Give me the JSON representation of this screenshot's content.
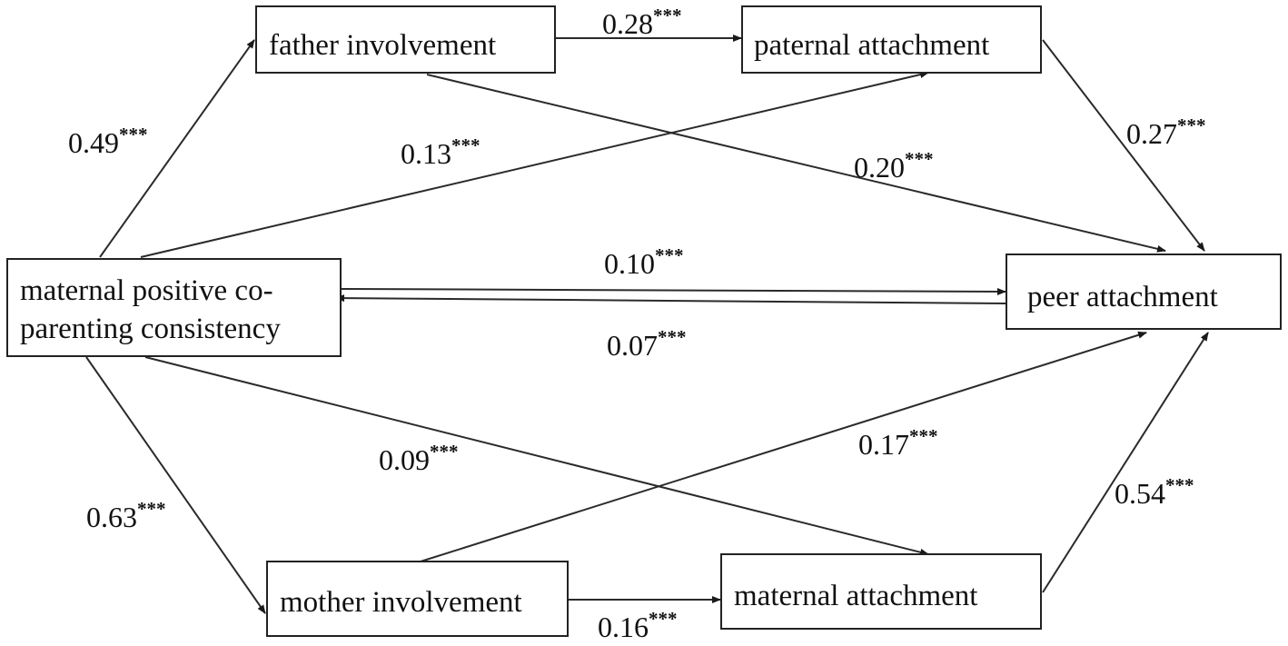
{
  "nodes": {
    "father_involvement": "father involvement",
    "paternal_attachment": "paternal attachment",
    "maternal_cop_line1": "maternal positive co-",
    "maternal_cop_line2": "parenting consistency",
    "peer_attachment": "peer attachment",
    "mother_involvement": "mother involvement",
    "maternal_attachment": "maternal attachment"
  },
  "edges": {
    "mpc_to_fi": {
      "value": "0.49",
      "sig": "***"
    },
    "mpc_to_pa": {
      "value": "0.13",
      "sig": "***"
    },
    "fi_to_pa": {
      "value": "0.28",
      "sig": "***"
    },
    "fi_to_peer": {
      "value": "0.20",
      "sig": "***"
    },
    "pa_to_peer": {
      "value": "0.27",
      "sig": "***"
    },
    "mpc_to_peer": {
      "value": "0.10",
      "sig": "***"
    },
    "peer_to_mpc": {
      "value": "0.07",
      "sig": "***"
    },
    "mi_to_peer": {
      "value": "0.17",
      "sig": "***"
    },
    "mpc_to_ma": {
      "value": "0.09",
      "sig": "***"
    },
    "mpc_to_mi": {
      "value": "0.63",
      "sig": "***"
    },
    "ma_to_peer": {
      "value": "0.54",
      "sig": "***"
    },
    "mi_to_ma": {
      "value": "0.16",
      "sig": "***"
    }
  }
}
